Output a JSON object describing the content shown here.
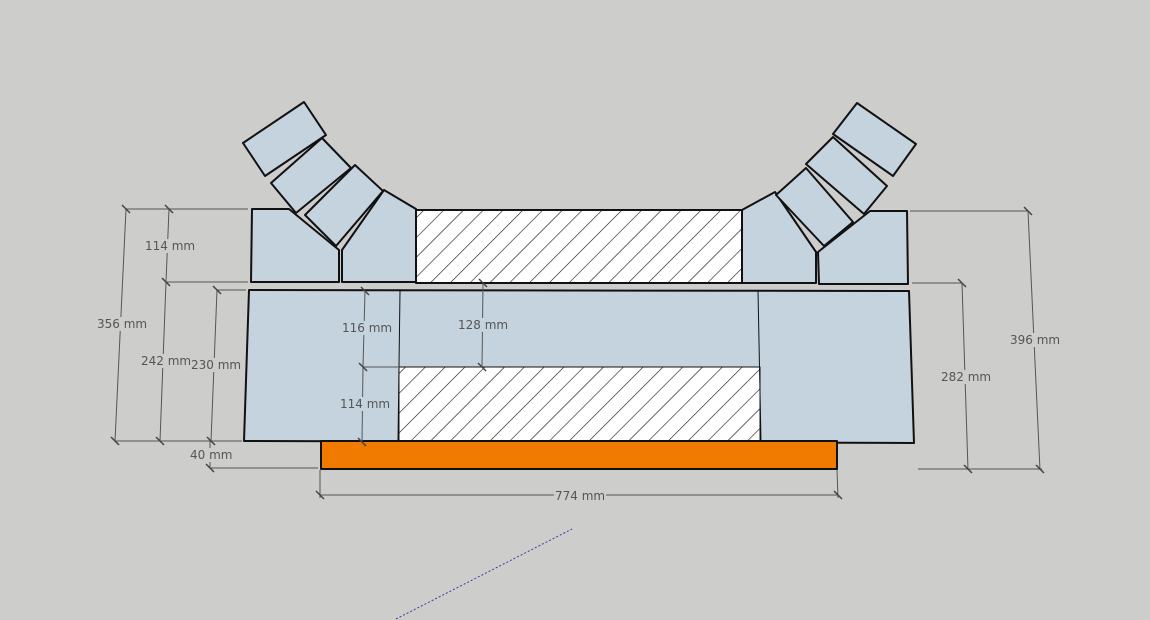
{
  "colors": {
    "background": "#cdcdcc",
    "part_fill": "#c4d3de",
    "base_plate": "#f07b00",
    "outline": "#111111",
    "dimension": "#555555",
    "axis_line": "#3a3aa8"
  },
  "dimensions": {
    "left_top_block_height": "114 mm",
    "left_overall_height": "356 mm",
    "left_lower_height": "242 mm",
    "left_body_height": "230 mm",
    "center_upper_height": "116 mm",
    "center_gap": "128 mm",
    "center_lower_height": "114 mm",
    "base_thickness": "40 mm",
    "base_width": "774 mm",
    "right_lower_height": "282 mm",
    "right_overall_height": "396 mm"
  }
}
